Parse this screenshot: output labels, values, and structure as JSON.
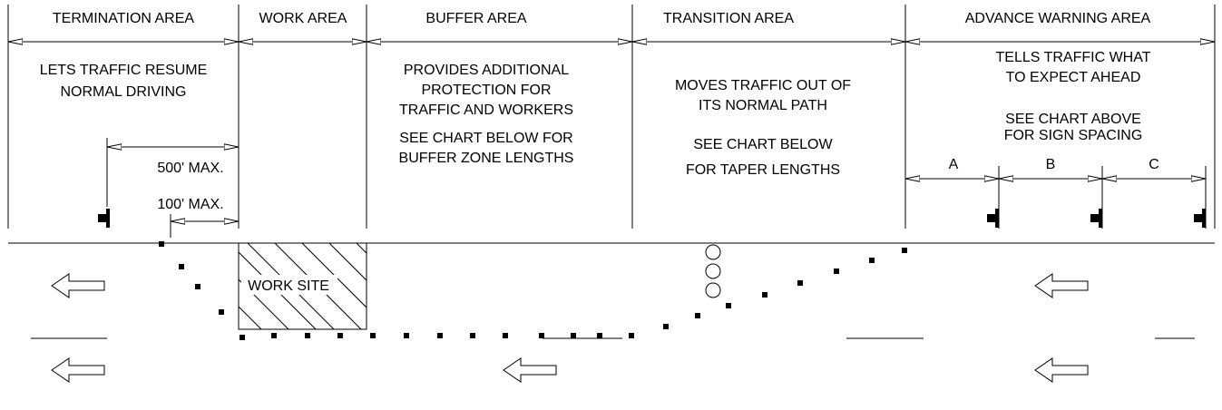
{
  "areas": {
    "termination": {
      "header": "TERMINATION AREA",
      "desc": [
        "LETS TRAFFIC RESUME",
        "NORMAL DRIVING"
      ]
    },
    "work": {
      "header": "WORK AREA"
    },
    "buffer": {
      "header": "BUFFER AREA",
      "desc": [
        "PROVIDES ADDITIONAL",
        "PROTECTION FOR",
        "TRAFFIC AND WORKERS"
      ],
      "note": [
        "SEE CHART BELOW FOR",
        "BUFFER ZONE LENGTHS"
      ]
    },
    "transition": {
      "header": "TRANSITION AREA",
      "desc": [
        "MOVES TRAFFIC OUT OF",
        "ITS NORMAL PATH"
      ],
      "note": [
        "SEE CHART BELOW",
        "FOR TAPER LENGTHS"
      ]
    },
    "advance": {
      "header": "ADVANCE WARNING AREA",
      "desc": [
        "TELLS TRAFFIC WHAT",
        "TO EXPECT AHEAD"
      ],
      "note": [
        "SEE CHART ABOVE",
        "FOR SIGN SPACING"
      ],
      "spacing_labels": [
        "A",
        "B",
        "C"
      ]
    }
  },
  "dimensions": {
    "max_500": "500' MAX.",
    "max_100": "100' MAX."
  },
  "work_site_label": "WORK SITE",
  "traffic_direction": "left"
}
